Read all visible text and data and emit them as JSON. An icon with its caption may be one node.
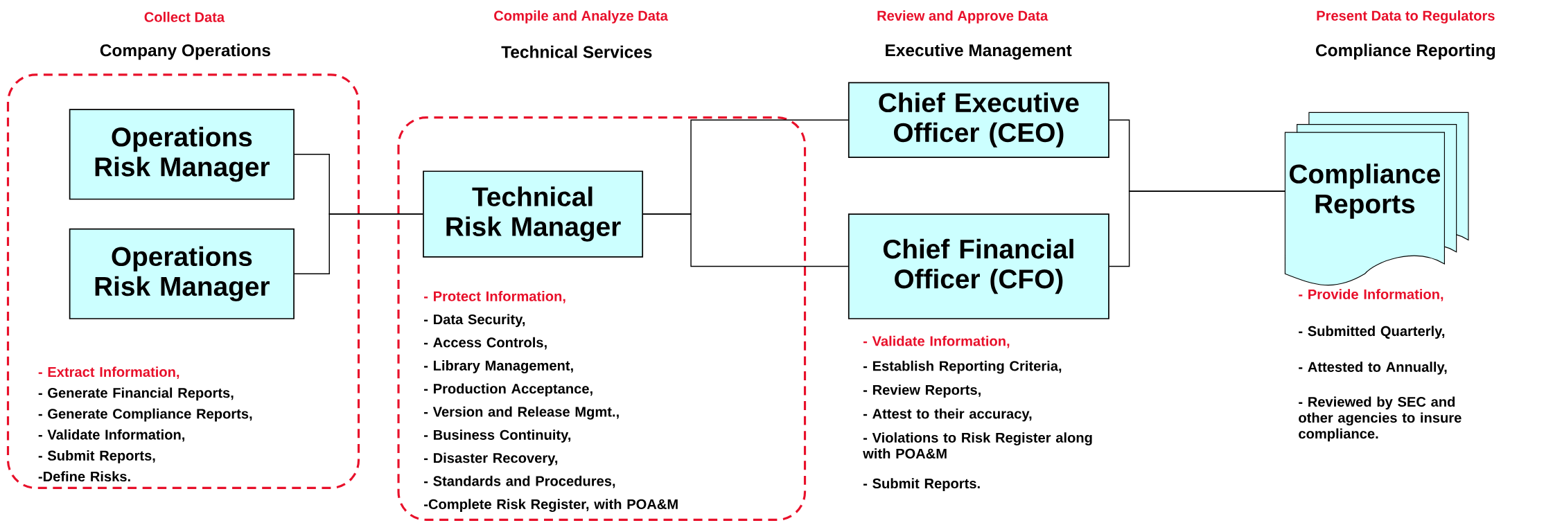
{
  "diagram": {
    "nodes": [
      {
        "text": [
          "- Extract Information,",
          "- Generate Financial Reports,",
          "- Generate Compliance Reports,",
          "- Validate Information,",
          "- Submit Reports,",
          "-Define Risks."
        ]
      },
      {
        "text": [
          "Operations Risk Manager"
        ],
        "in": 0
      },
      {
        "text": [
          "Operations Risk Manager"
        ],
        "in": 0
      },
      {
        "text": [
          "- Protect Information,",
          "- Data Security,",
          "- Access Controls,",
          "- Library Management,",
          "- Production Acceptance,",
          "- Version and Release Mgmt.,",
          "- Business Continuity,",
          "- Disaster Recovery,",
          "- Standards and Procedures,",
          "-Complete Risk Register, with POA&M"
        ]
      },
      {
        "text": [
          "Technical Risk Manager"
        ],
        "in": 3
      },
      {
        "text": [
          "Chief Executive Officer (CEO)"
        ]
      },
      {
        "text": [
          "Chief Financial Officer (CFO)"
        ]
      },
      {
        "text": [
          "Compliance Reports"
        ]
      }
    ],
    "edges": [
      {
        "from": 1,
        "to": 4,
        "arrow": "none"
      },
      {
        "from": 2,
        "to": 4,
        "arrow": "none"
      },
      {
        "from": 4,
        "to": 5,
        "arrow": "none"
      },
      {
        "from": 4,
        "to": 6,
        "arrow": "none"
      },
      {
        "from": 5,
        "to": 7,
        "arrow": "none"
      },
      {
        "from": 6,
        "to": 7,
        "arrow": "none"
      }
    ],
    "labels": [
      "Collect Data",
      "Compile and Analyze Data",
      "Review and Approve Data",
      "Present Data to Regulators",
      "Company Operations",
      "Technical  Services",
      "Executive Management",
      "Compliance Reporting",
      "- Validate Information,",
      "- Establish Reporting Criteria,",
      "- Review Reports,",
      "- Attest to their accuracy,",
      "- Violations to Risk Register along with POA&M",
      "- Submit Reports.",
      "- Provide Information,",
      "- Submitted Quarterly,",
      "- Attested to Annually,",
      "- Reviewed by SEC and other agencies to insure compliance."
    ]
  }
}
